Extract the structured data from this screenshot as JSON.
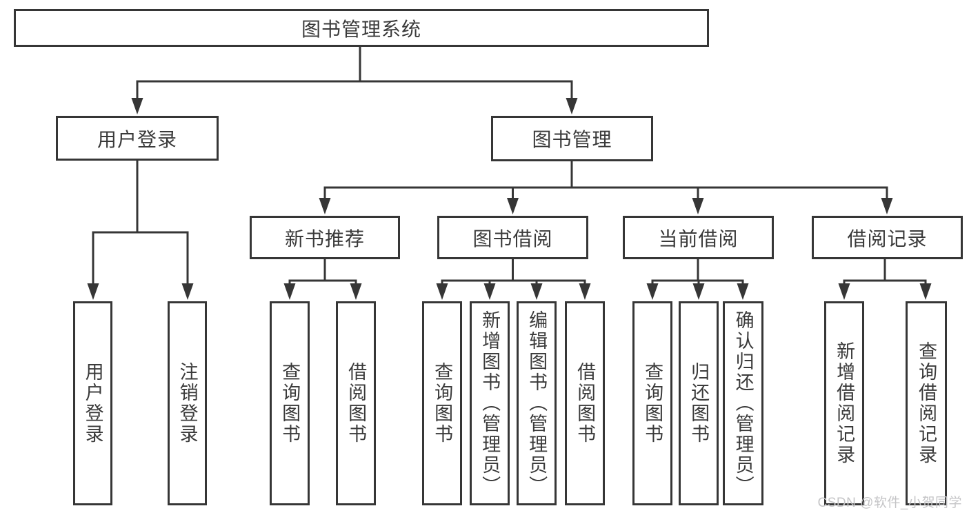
{
  "diagram": {
    "type": "hierarchy-tree",
    "orientation": "top-down"
  },
  "tree": {
    "label": "图书管理系统",
    "children": [
      {
        "label": "用户登录",
        "children": [
          {
            "label": "用户登录"
          },
          {
            "label": "注销登录"
          }
        ]
      },
      {
        "label": "图书管理",
        "children": [
          {
            "label": "新书推荐",
            "children": [
              {
                "label": "查询图书"
              },
              {
                "label": "借阅图书"
              }
            ]
          },
          {
            "label": "图书借阅",
            "children": [
              {
                "label": "查询图书"
              },
              {
                "label": "新增图书（管理员）"
              },
              {
                "label": "编辑图书（管理员）"
              },
              {
                "label": "借阅图书"
              }
            ]
          },
          {
            "label": "当前借阅",
            "children": [
              {
                "label": "查询图书"
              },
              {
                "label": "归还图书"
              },
              {
                "label": "确认归还（管理员）"
              }
            ]
          },
          {
            "label": "借阅记录",
            "children": [
              {
                "label": "新增借阅记录"
              },
              {
                "label": "查询借阅记录"
              }
            ]
          }
        ]
      }
    ]
  },
  "watermark": {
    "text": "CSDN @软件_小贺同学"
  },
  "colors": {
    "line": "#363636",
    "box_border": "#363636",
    "text": "#3a3a3a",
    "background": "#ffffff",
    "watermark": "#c5c5c7"
  }
}
